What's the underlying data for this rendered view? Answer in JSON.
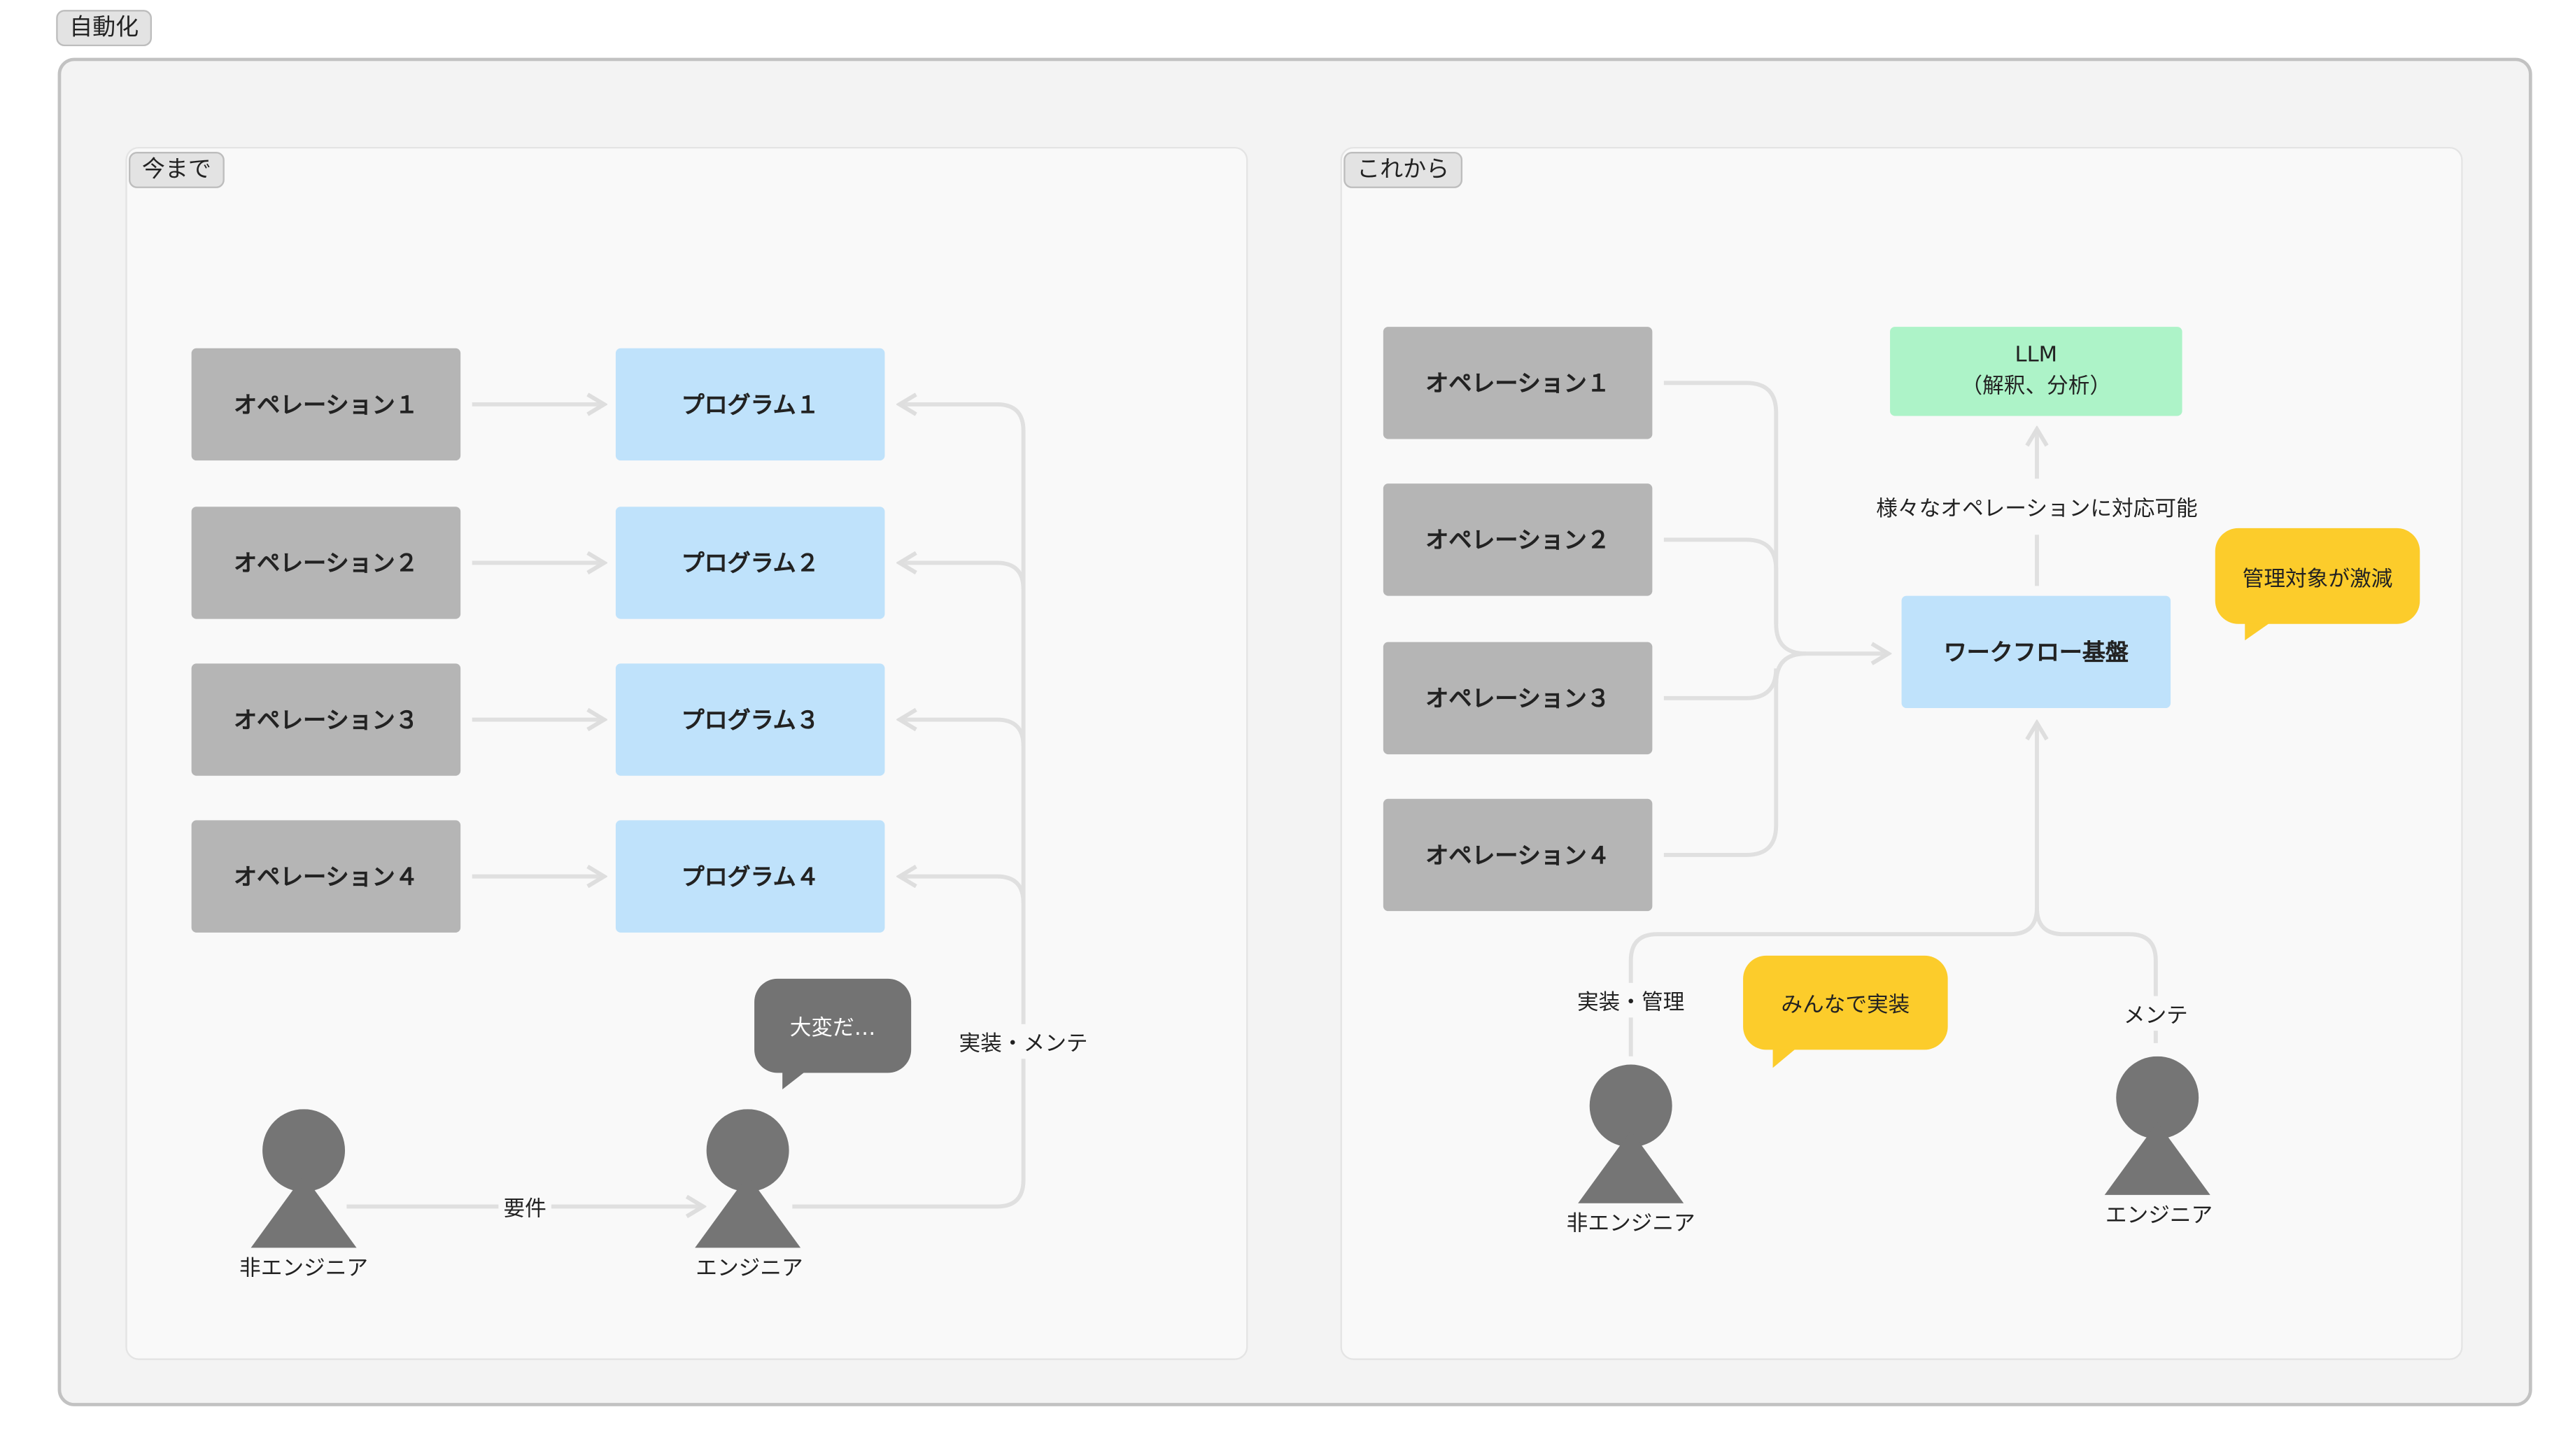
{
  "frame": {
    "title": "自動化"
  },
  "before": {
    "title": "今まで",
    "operations": [
      "オペレーション１",
      "オペレーション２",
      "オペレーション３",
      "オペレーション４"
    ],
    "programs": [
      "プログラム１",
      "プログラム２",
      "プログラム３",
      "プログラム４"
    ],
    "non_engineer": "非エンジニア",
    "engineer": "エンジニア",
    "requirement_label": "要件",
    "impl_label": "実装・メンテ",
    "bubble": "大変だ…"
  },
  "after": {
    "title": "これから",
    "operations": [
      "オペレーション１",
      "オペレーション２",
      "オペレーション３",
      "オペレーション４"
    ],
    "llm_line1": "LLM",
    "llm_line2": "（解釈、分析）",
    "any_operation_label": "様々なオペレーションに対応可能",
    "platform": "ワークフロー基盤",
    "bubble_managed": "管理対象が激減",
    "bubble_everyone": "みんなで実装",
    "impl_manage_label": "実装・管理",
    "maint_label": "メンテ",
    "non_engineer": "非エンジニア",
    "engineer": "エンジニア"
  },
  "colors": {
    "operation_box": "#b5b5b5",
    "program_box": "#bfe2fb",
    "llm_box": "#adf3c8",
    "bubble_gray": "#737373",
    "bubble_yellow": "#fccc2b",
    "person": "#757575",
    "connector": "#e0e0e0"
  }
}
